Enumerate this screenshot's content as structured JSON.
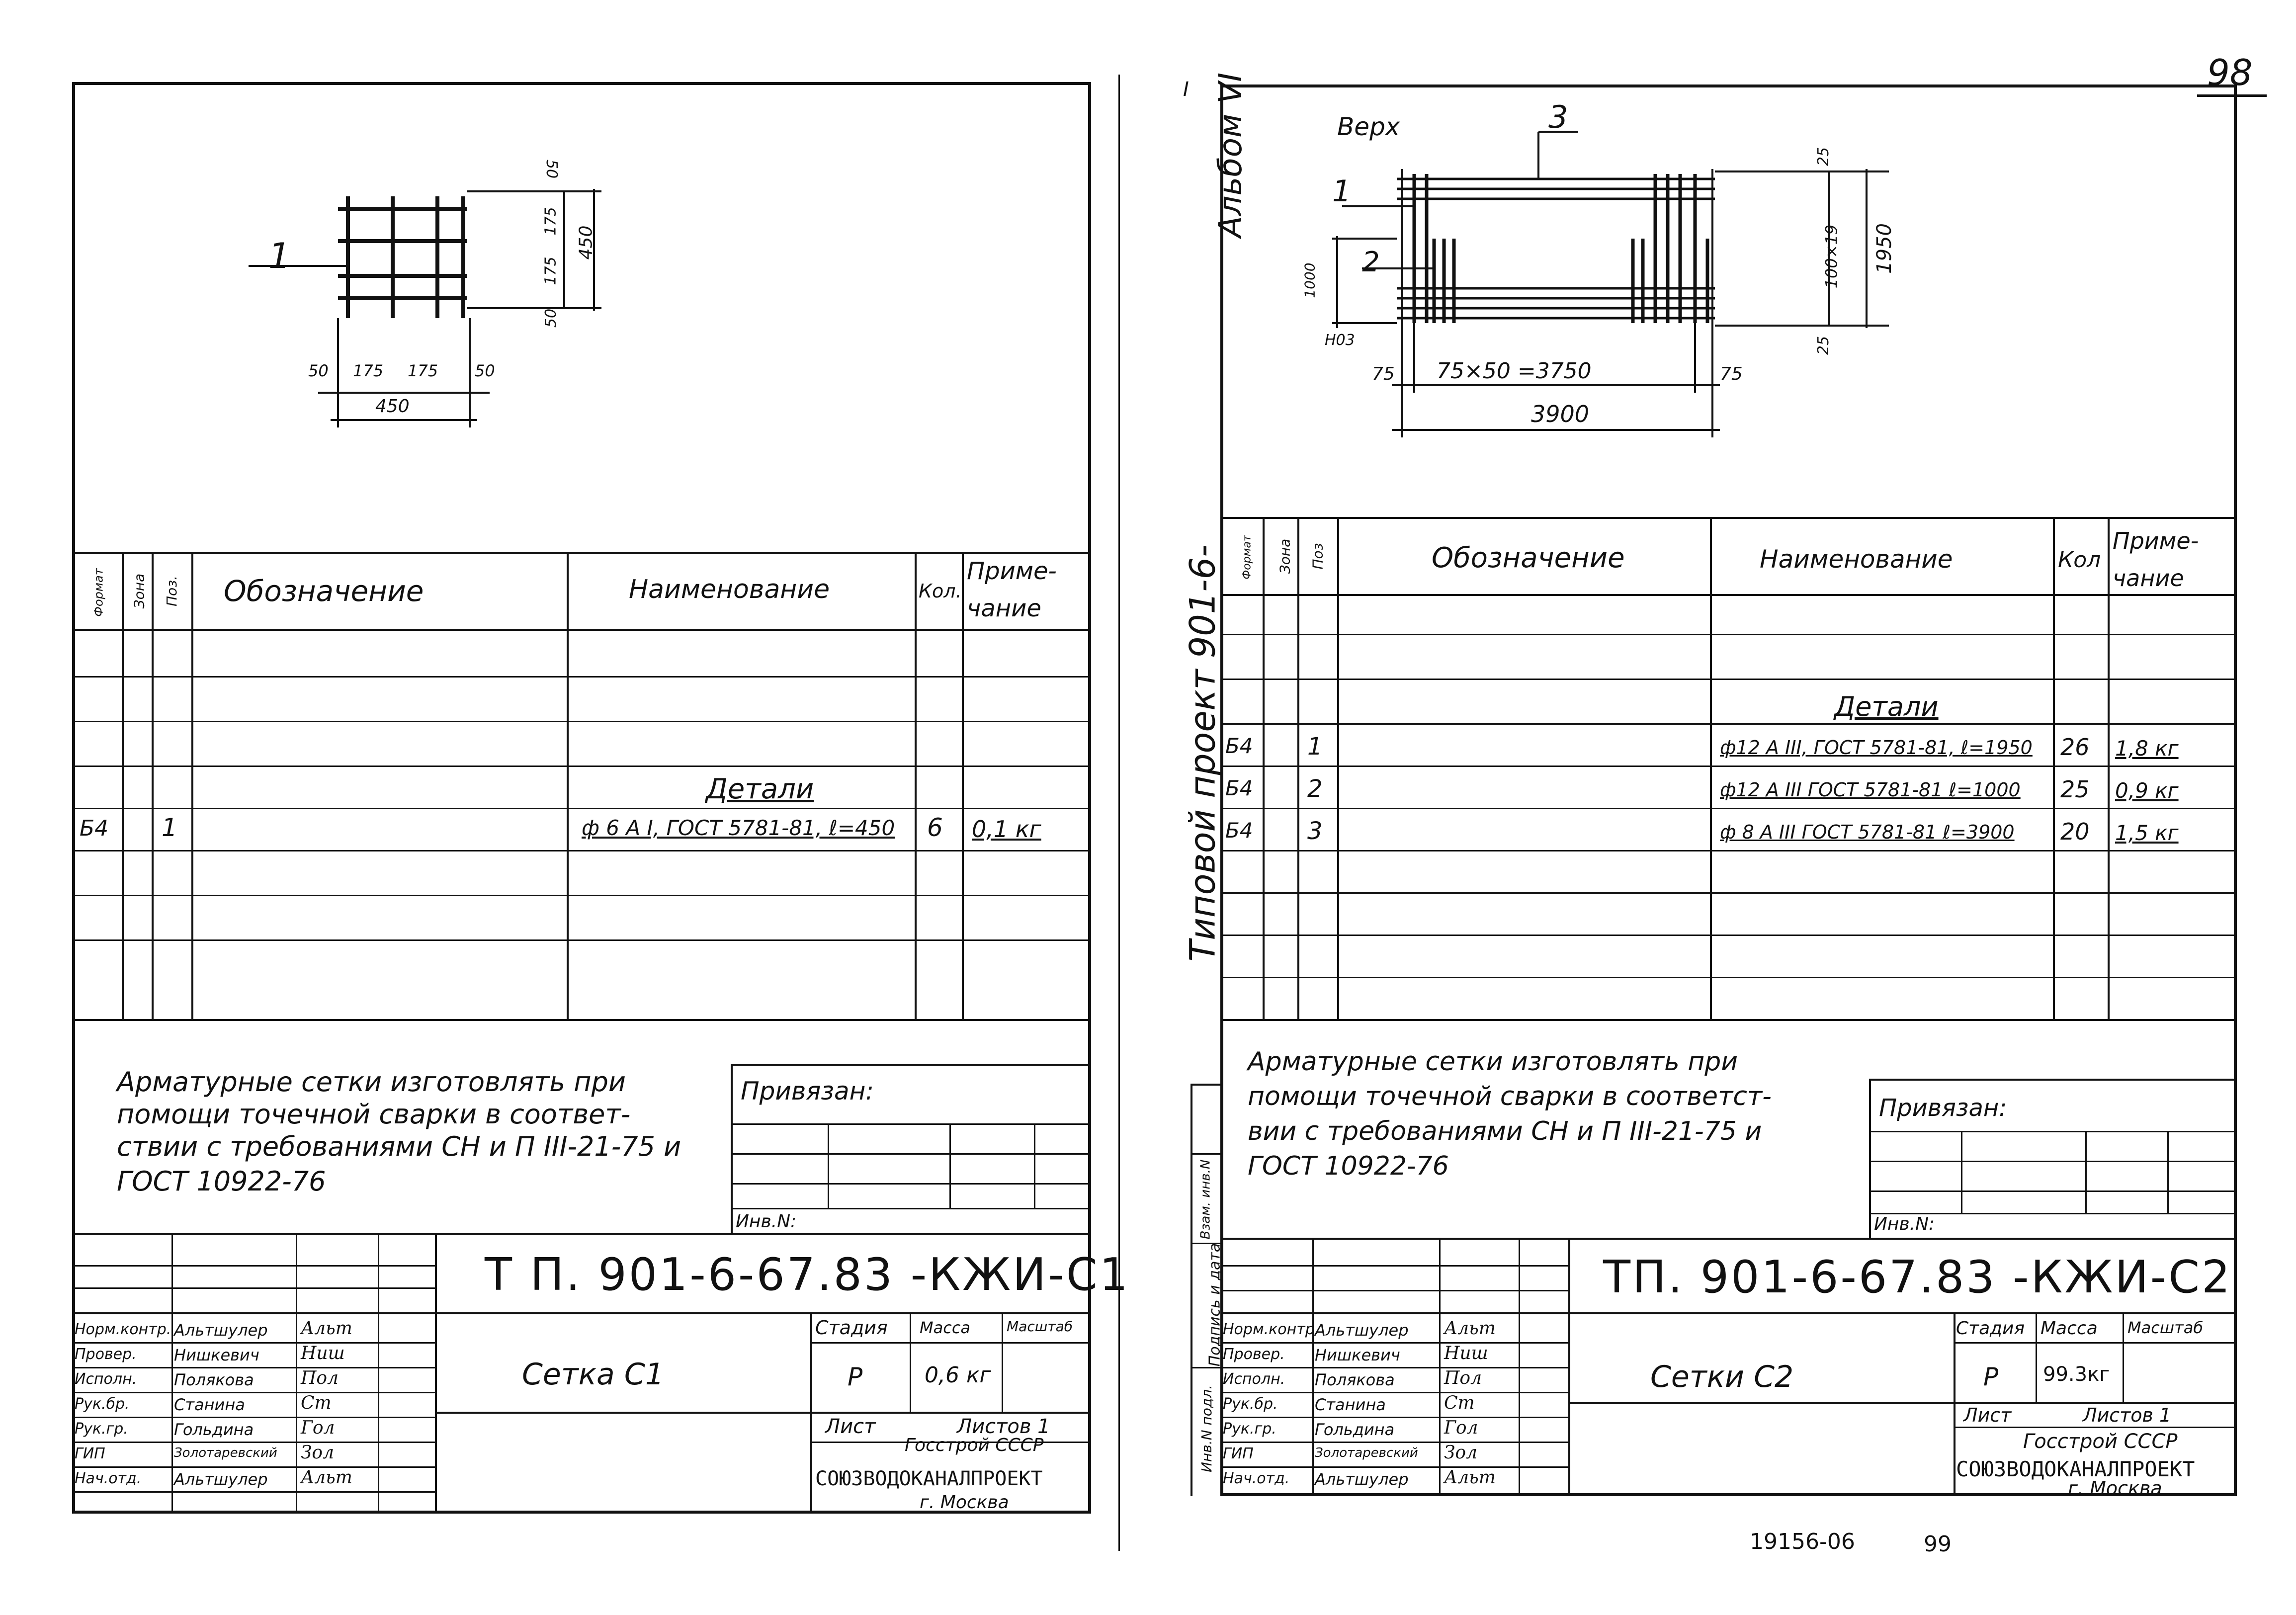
{
  "page_number": "98",
  "bottom_numbers": {
    "doc_code": "19156-06",
    "page": "99"
  },
  "side_binding": {
    "album": "Альбом VI",
    "project": "Типовой проект 901-6-",
    "inv_orig": "Инв.N подл.",
    "sign_date": "Подпись и дата",
    "vzam_inv": "Взам. инв.N"
  },
  "left_sheet": {
    "drawing": {
      "position_label": "1",
      "dim_top": "50",
      "dim_175a": "175",
      "dim_175b": "175",
      "dim_bottom": "50",
      "dim_total_v": "450",
      "dim_left_50": "50",
      "dim_left_175a": "175",
      "dim_left_175b": "175",
      "dim_right_50": "50",
      "dim_total_h": "450"
    },
    "spec_header": {
      "format": "Формат",
      "zone": "Зона",
      "pos": "Поз.",
      "designation": "Обозначение",
      "name": "Наименование",
      "qty": "Кол.",
      "note_1": "Приме-",
      "note_2": "чание"
    },
    "section_title": "Детали",
    "rows": [
      {
        "format": "Б4",
        "zone": "",
        "pos": "1",
        "name": "ф 6 А I, ГОСТ 5781-81, ℓ=450",
        "qty": "6",
        "note": "0,1 кг"
      }
    ],
    "notes": [
      "Арматурные сетки изготовлять при",
      "помощи точечной сварки в соответ-",
      "ствии с требованиями СН и П III-21-75 и",
      "ГОСТ 10922-76"
    ],
    "privyazan": "Привязан:",
    "inv_no": "Инв.N:",
    "code": "Т П. 901-6-67.83 -КЖИ-С1",
    "title_block": {
      "stage_label": "Стадия",
      "mass_label": "Масса",
      "scale_label": "Масштаб",
      "stage": "Р",
      "mass": "0,6 кг",
      "sheet_label": "Лист",
      "sheets_label": "Листов 1",
      "org_1": "Госстрой СССР",
      "org_2": "СОЮЗВОДОКАНАЛПРОЕКТ",
      "org_3": "г. Москва",
      "title": "Сетка С1"
    },
    "staff": [
      {
        "role": "Норм.контр.",
        "name": "Альтшулер",
        "sign": "Альт"
      },
      {
        "role": "Провер.",
        "name": "Нишкевич",
        "sign": "Ниш"
      },
      {
        "role": "Исполн.",
        "name": "Полякова",
        "sign": "Пол"
      },
      {
        "role": "Рук.бр.",
        "name": "Станина",
        "sign": "Ст"
      },
      {
        "role": "Рук.гр.",
        "name": "Гольдина",
        "sign": "Гол"
      },
      {
        "role": "ГИП",
        "name": "Золотаревский",
        "sign": "Зол"
      },
      {
        "role": "Нач.отд.",
        "name": "Альтшулер",
        "sign": "Альт"
      }
    ]
  },
  "right_sheet": {
    "drawing": {
      "view_label": "Верх",
      "pos_1": "1",
      "pos_2": "2",
      "pos_3": "3",
      "dim_25_top": "25",
      "dim_180x19": "100×19",
      "dim_1950": "1950",
      "dim_25_bot": "25",
      "dim_1000": "1000",
      "dim_n03": "Н03",
      "dim_75_left": "75",
      "dim_75x50": "75×50 =3750",
      "dim_75_right": "75",
      "dim_3900": "3900"
    },
    "spec_header": {
      "format": "Формат",
      "zone": "Зона",
      "pos": "Поз",
      "designation": "Обозначение",
      "name": "Наименование",
      "qty": "Кол",
      "note_1": "Приме-",
      "note_2": "чание"
    },
    "section_title": "Детали",
    "rows": [
      {
        "format": "Б4",
        "zone": "",
        "pos": "1",
        "name": "ф12 А III, ГОСТ 5781-81, ℓ=1950",
        "qty": "26",
        "note": "1,8 кг"
      },
      {
        "format": "Б4",
        "zone": "",
        "pos": "2",
        "name": "ф12 А III ГОСТ 5781-81 ℓ=1000",
        "qty": "25",
        "note": "0,9 кг"
      },
      {
        "format": "Б4",
        "zone": "",
        "pos": "3",
        "name": "ф 8 А III ГОСТ 5781-81 ℓ=3900",
        "qty": "20",
        "note": "1,5 кг"
      }
    ],
    "notes": [
      "Арматурные сетки изготовлять при",
      "помощи точечной сварки в соответст-",
      "вии с требованиями СН и П III-21-75 и",
      "ГОСТ 10922-76"
    ],
    "privyazan": "Привязан:",
    "inv_no": "Инв.N:",
    "code": "ТП. 901-6-67.83 -КЖИ-С2",
    "title_block": {
      "stage_label": "Стадия",
      "mass_label": "Масса",
      "scale_label": "Масштаб",
      "stage": "Р",
      "mass": "99.3кг",
      "sheet_label": "Лист",
      "sheets_label": "Листов 1",
      "org_1": "Госстрой СССР",
      "org_2": "СОЮЗВОДОКАНАЛПРОЕКТ",
      "org_3": "г. Москва",
      "title": "Сетки С2"
    },
    "staff": [
      {
        "role": "Норм.контр.",
        "name": "Альтшулер",
        "sign": "Альт"
      },
      {
        "role": "Провер.",
        "name": "Нишкевич",
        "sign": "Ниш"
      },
      {
        "role": "Исполн.",
        "name": "Полякова",
        "sign": "Пол"
      },
      {
        "role": "Рук.бр.",
        "name": "Станина",
        "sign": "Ст"
      },
      {
        "role": "Рук.гр.",
        "name": "Гольдина",
        "sign": "Гол"
      },
      {
        "role": "ГИП",
        "name": "Золотаревский",
        "sign": "Зол"
      },
      {
        "role": "Нач.отд.",
        "name": "Альтшулер",
        "sign": "Альт"
      }
    ]
  }
}
